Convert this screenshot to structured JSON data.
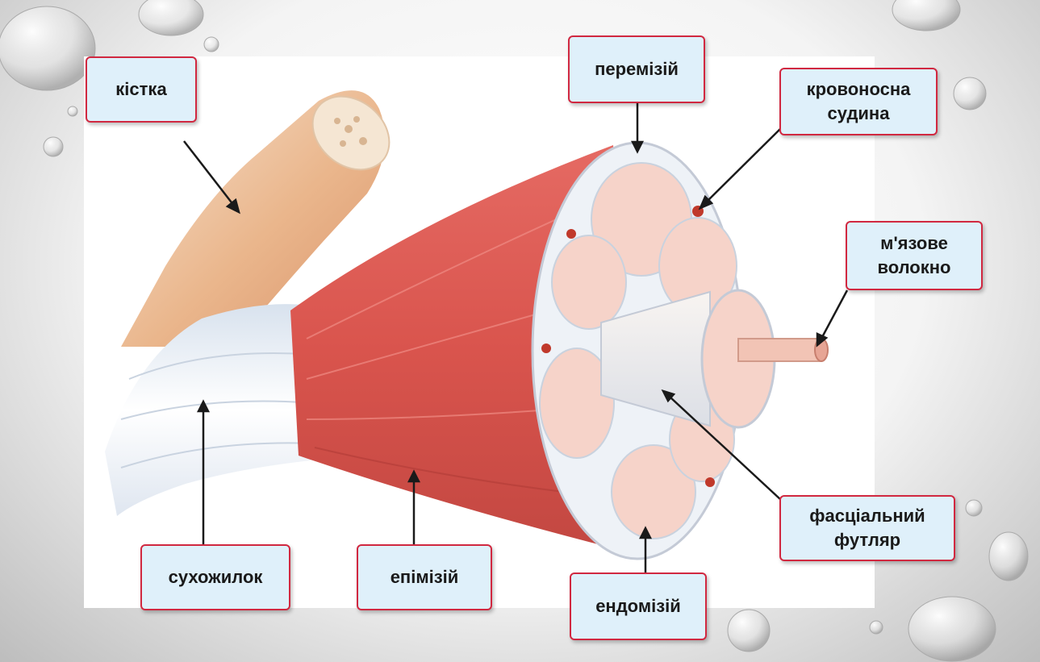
{
  "diagram": {
    "labels": {
      "bone": "кістка",
      "perimysium": "перемізій",
      "blood_vessel": [
        "кровоносна",
        "судина"
      ],
      "muscle_fiber": [
        "м'язове",
        "волокно"
      ],
      "tendon": "сухожилок",
      "epimysium": "епімізій",
      "endomysium": "ендомізій",
      "fascial_sheath": [
        "фасціальний",
        "футляр"
      ]
    }
  },
  "colors": {
    "label_fill": "#dff0fa",
    "label_border": "#d12840",
    "muscle": "#d9534f",
    "bone": "#e8b48a",
    "tendon": "#eef2f8",
    "arrow": "#1a1a1a"
  }
}
